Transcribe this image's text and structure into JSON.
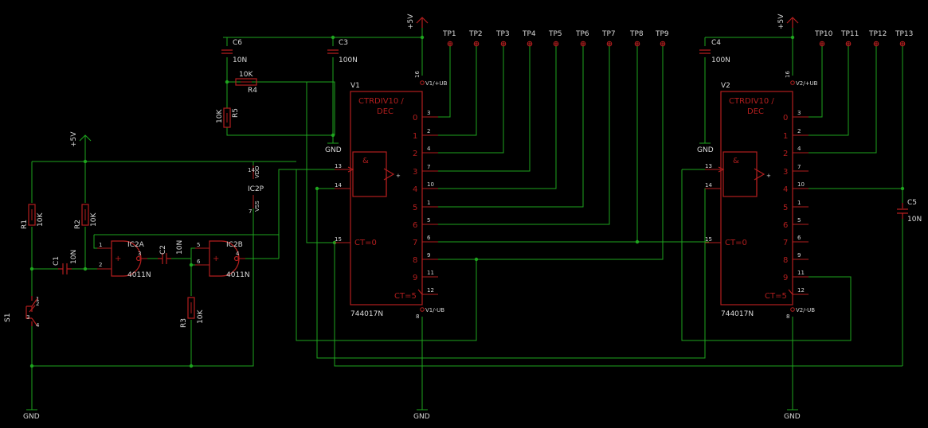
{
  "colors": {
    "background": "#000000",
    "wire": "#1ea51e",
    "part": "#b21e1e",
    "text": "#d8d8d8"
  },
  "supply": {
    "plus": "+5V",
    "gnd": "GND"
  },
  "test_points": [
    "TP1",
    "TP2",
    "TP3",
    "TP4",
    "TP5",
    "TP6",
    "TP7",
    "TP8",
    "TP9",
    "TP10",
    "TP11",
    "TP12",
    "TP13"
  ],
  "components": {
    "R1": {
      "ref": "R1",
      "value": "10K"
    },
    "R2": {
      "ref": "R2",
      "value": "10K"
    },
    "R3": {
      "ref": "R3",
      "value": "10K"
    },
    "R4": {
      "ref": "R4",
      "value": "10K"
    },
    "R5": {
      "ref": "R5",
      "value": "10K"
    },
    "C1": {
      "ref": "C1",
      "value": "10N"
    },
    "C2": {
      "ref": "C2",
      "value": "10N"
    },
    "C3": {
      "ref": "C3",
      "value": "100N"
    },
    "C4": {
      "ref": "C4",
      "value": "100N"
    },
    "C5": {
      "ref": "C5",
      "value": "10N"
    },
    "C6": {
      "ref": "C6",
      "value": "10N"
    },
    "S1": {
      "ref": "S1"
    },
    "IC2A": {
      "ref": "IC2A",
      "value": "4011N"
    },
    "IC2B": {
      "ref": "IC2B",
      "value": "4011N"
    },
    "IC2P": {
      "ref": "IC2P",
      "vdd": "VDD",
      "vss": "VSS"
    },
    "V1": {
      "ref": "V1",
      "value": "744017N",
      "title": "CTRDIV10 /",
      "subtitle": "DEC",
      "ct0": "CT=0",
      "ct5": "CT=5",
      "amp": "&",
      "vplus": "V1/+UB",
      "vminus": "V1/-UB"
    },
    "V2": {
      "ref": "V2",
      "value": "744017N",
      "title": "CTRDIV10 /",
      "subtitle": "DEC",
      "ct0": "CT=0",
      "ct5": "CT=5",
      "amp": "&",
      "vplus": "V2/+UB",
      "vminus": "V2/-UB"
    }
  }
}
